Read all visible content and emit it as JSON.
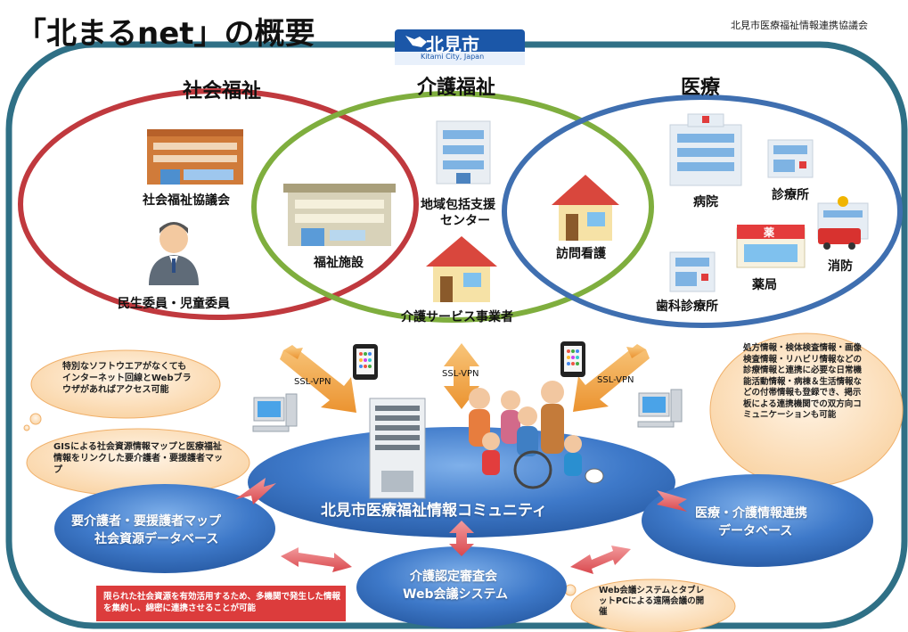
{
  "header": {
    "title": "「北まるnet」の概要",
    "organization": "北見市医療福祉情報連携協議会"
  },
  "logo": {
    "text": "北見市",
    "subtext": "Kitami City, Japan"
  },
  "sections": {
    "social": "社会福祉",
    "care": "介護福祉",
    "medical": "医療"
  },
  "facilities": {
    "social_council": "社会福祉協議会",
    "welfare_commissioner": "民生委員・児童委員",
    "welfare_facility": "福祉施設",
    "community_center_line1": "地域包括支援",
    "community_center_line2": "センター",
    "care_service": "介護サービス事業者",
    "home_nursing": "訪問看護",
    "hospital": "病院",
    "clinic": "診療所",
    "fire_department": "消防",
    "pharmacy": "薬局",
    "dental_clinic": "歯科診療所",
    "pharmacy_sign": "薬"
  },
  "connections": {
    "vpn_left": "SSL-VPN",
    "vpn_center": "SSL-VPN",
    "vpn_right": "SSL-VPN"
  },
  "databases": {
    "community": "北見市医療福祉情報コミュニティ",
    "map_line1": "要介護者・要援護者マップ",
    "map_line2": "社会資源データベース",
    "medical_line1": "医療・介護情報連携",
    "medical_line2": "データベース",
    "review_line1": "介護認定審査会",
    "review_line2": "Web会議システム"
  },
  "notes": {
    "software": "特別なソフトウエアがなくてもインターネット回線とWebブラウザがあればアクセス可能",
    "gis": "GISによる社会資源情報マップと医療福祉情報をリンクした要介護者・要援護者マップ",
    "medical_info": "処方情報・検体検査情報・画像検査情報・リハビリ情報などの診療情報と連携に必要な日常機能活動情報・病棟＆生活情報などの付帯情報も登録でき、掲示板による連携機関での双方向コミュニケーションも可能",
    "web_meeting": "Web会議システムとタブレットPCによる遠隔会議の開催",
    "resources": "限られた社会資源を有効活用するため、多機関で発生した情報を集約し、綿密に連携させることが可能"
  },
  "colors": {
    "outer_border": "#2f7086",
    "social_circle": "#c0393e",
    "care_circle": "#7fae3e",
    "medical_circle": "#3f6fb0",
    "database_blue": "#3a73c6",
    "arrow_orange": "#f0a84a",
    "arrow_red": "#e2575c",
    "note_orange": "#fbd8ad",
    "note_red": "#dc3c3c"
  }
}
